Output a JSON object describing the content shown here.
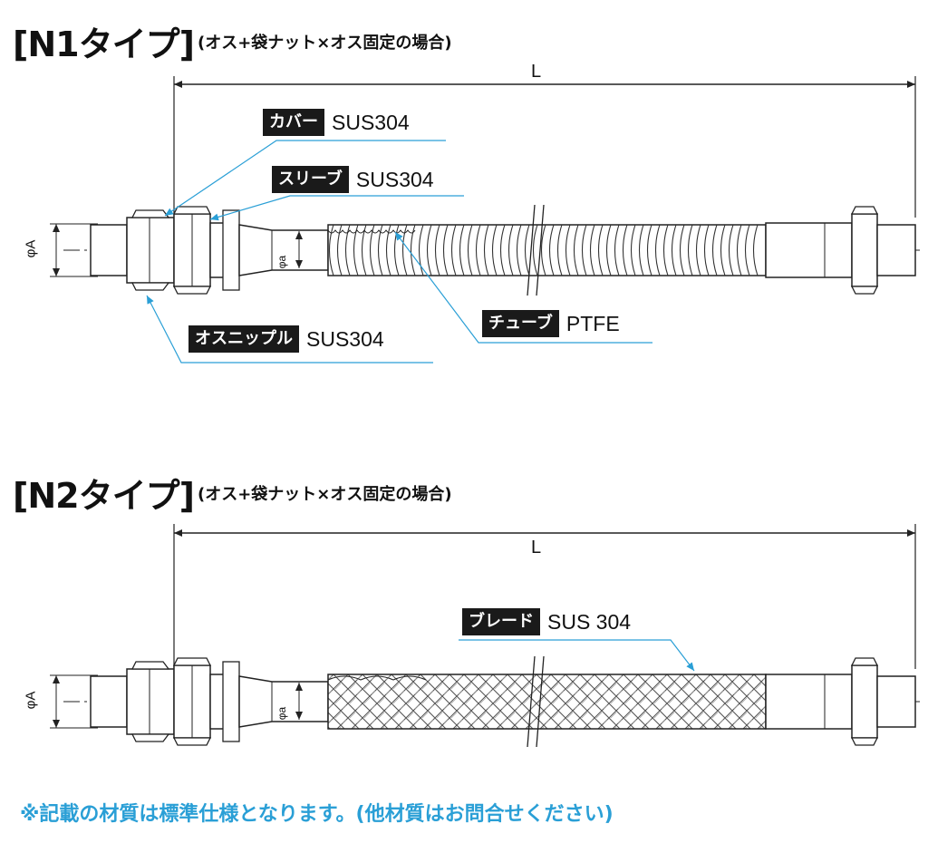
{
  "n1": {
    "title_main": "[N1タイプ]",
    "title_sub": "(オス+袋ナット×オス固定の場合)",
    "length_label": "L",
    "phi_A": "φA",
    "phi_a": "φa",
    "labels": {
      "cover": {
        "tag": "カバー",
        "material": "SUS304"
      },
      "sleeve": {
        "tag": "スリーブ",
        "material": "SUS304"
      },
      "male_nipple": {
        "tag": "オスニップル",
        "material": "SUS304"
      },
      "tube": {
        "tag": "チューブ",
        "material": "PTFE"
      }
    }
  },
  "n2": {
    "title_main": "[N2タイプ]",
    "title_sub": "(オス+袋ナット×オス固定の場合)",
    "length_label": "L",
    "phi_A": "φA",
    "phi_a": "φa",
    "labels": {
      "braid": {
        "tag": "ブレード",
        "material": "SUS 304"
      }
    }
  },
  "note": "※記載の材質は標準仕様となります。(他材質はお問合せください)",
  "colors": {
    "leader": "#2a9fd6",
    "outline": "#222222",
    "tag_bg": "#1a1a1a",
    "note": "#2a9fd6"
  }
}
